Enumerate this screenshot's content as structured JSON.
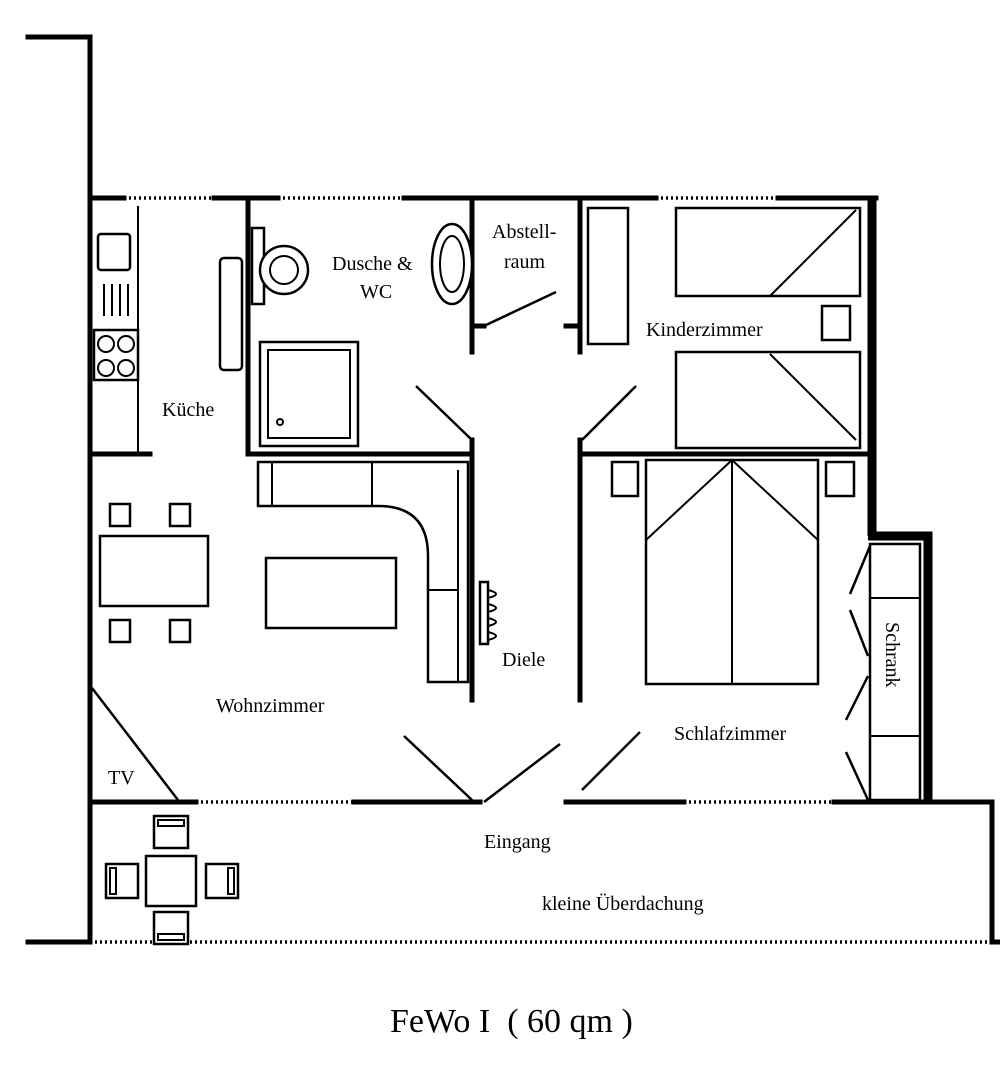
{
  "labels": {
    "kueche": "Küche",
    "dusche_line1": "Dusche &",
    "dusche_line2": "WC",
    "abstell_line1": "Abstell-",
    "abstell_line2": "raum",
    "kinderzimmer": "Kinderzimmer",
    "wohnzimmer": "Wohnzimmer",
    "diele": "Diele",
    "schlafzimmer": "Schlafzimmer",
    "schrank": "Schrank",
    "tv": "TV",
    "eingang": "Eingang",
    "ueberdachung": "kleine Überdachung"
  },
  "caption": "FeWo I  ( 60 qm )"
}
